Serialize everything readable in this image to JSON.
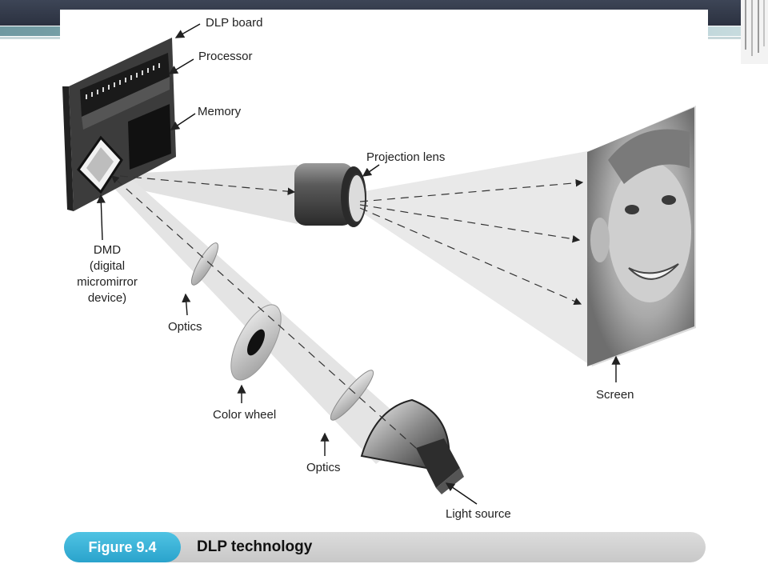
{
  "labels": {
    "dlp_board": "DLP board",
    "processor": "Processor",
    "memory": "Memory",
    "projection_lens": "Projection lens",
    "dmd_line1": "DMD",
    "dmd_line2": "(digital",
    "dmd_line3": "micromirror",
    "dmd_line4": "device)",
    "optics_upper": "Optics",
    "color_wheel": "Color wheel",
    "optics_lower": "Optics",
    "light_source": "Light source",
    "screen": "Screen"
  },
  "caption": {
    "figure_number": "Figure 9.4",
    "title": "DLP technology"
  },
  "colors": {
    "accent_cyan": "#2aa3cc",
    "header_dark": "#2b3140",
    "header_teal": "#6f99a1"
  }
}
